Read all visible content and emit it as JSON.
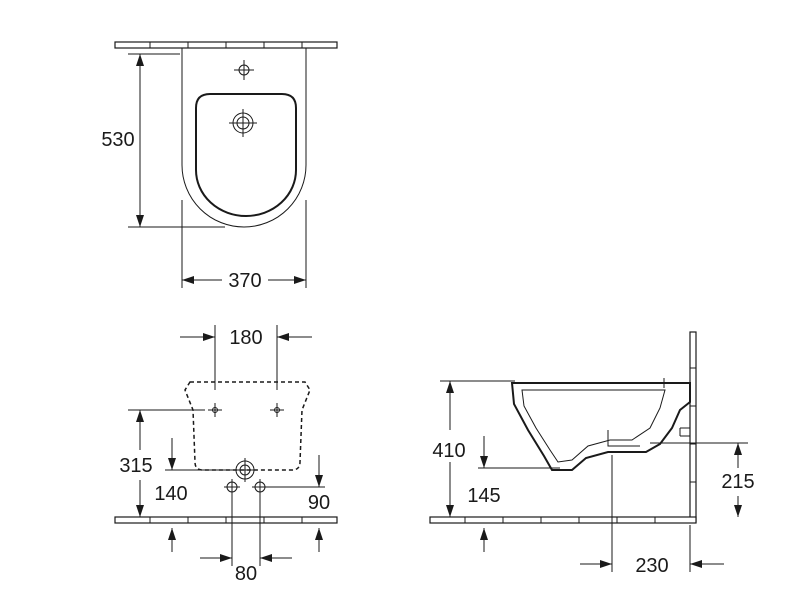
{
  "dimensions": {
    "top_height": "530",
    "top_width": "370",
    "mount_spacing": "180",
    "wall_height_315": "315",
    "wall_height_140": "140",
    "wall_height_90": "90",
    "pipe_spacing": "80",
    "side_height_410": "410",
    "side_height_145": "145",
    "side_height_215": "215",
    "side_depth_230": "230"
  },
  "colors": {
    "line": "#1a1a1a",
    "background": "#ffffff"
  }
}
